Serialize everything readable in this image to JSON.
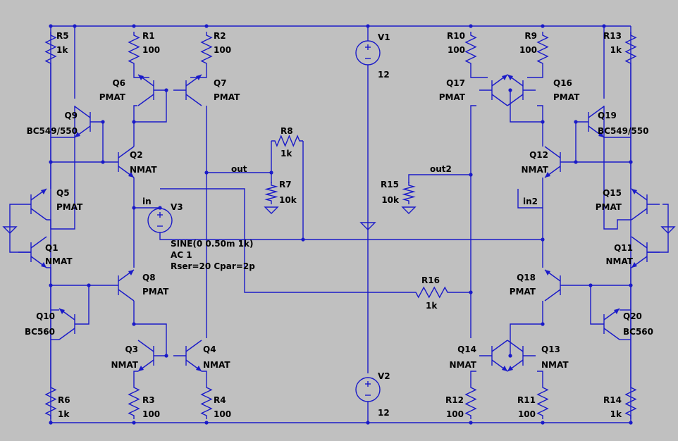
{
  "components": [
    {
      "id": "r5",
      "ref": "R5",
      "value": "1k"
    },
    {
      "id": "r1",
      "ref": "R1",
      "value": "100"
    },
    {
      "id": "r2",
      "ref": "R2",
      "value": "100"
    },
    {
      "id": "r10",
      "ref": "R10",
      "value": "100"
    },
    {
      "id": "r9",
      "ref": "R9",
      "value": "100"
    },
    {
      "id": "r13",
      "ref": "R13",
      "value": "1k"
    },
    {
      "id": "r8",
      "ref": "R8",
      "value": "1k"
    },
    {
      "id": "r7",
      "ref": "R7",
      "value": "10k"
    },
    {
      "id": "r15",
      "ref": "R15",
      "value": "10k"
    },
    {
      "id": "r16",
      "ref": "R16",
      "value": "1k"
    },
    {
      "id": "r6",
      "ref": "R6",
      "value": "1k"
    },
    {
      "id": "r3",
      "ref": "R3",
      "value": "100"
    },
    {
      "id": "r4",
      "ref": "R4",
      "value": "100"
    },
    {
      "id": "r12",
      "ref": "R12",
      "value": "100"
    },
    {
      "id": "r11",
      "ref": "R11",
      "value": "100"
    },
    {
      "id": "r14",
      "ref": "R14",
      "value": "1k"
    },
    {
      "id": "v1",
      "ref": "V1",
      "value": "12"
    },
    {
      "id": "v2",
      "ref": "V2",
      "value": "12"
    },
    {
      "id": "q6",
      "ref": "Q6",
      "value": "PMAT"
    },
    {
      "id": "q7",
      "ref": "Q7",
      "value": "PMAT"
    },
    {
      "id": "q17",
      "ref": "Q17",
      "value": "PMAT"
    },
    {
      "id": "q16",
      "ref": "Q16",
      "value": "PMAT"
    },
    {
      "id": "q9",
      "ref": "Q9",
      "value": "BC549/550"
    },
    {
      "id": "q19",
      "ref": "Q19",
      "value": "BC549/550"
    },
    {
      "id": "q2",
      "ref": "Q2",
      "value": "NMAT"
    },
    {
      "id": "q12",
      "ref": "Q12",
      "value": "NMAT"
    },
    {
      "id": "q5",
      "ref": "Q5",
      "value": "PMAT"
    },
    {
      "id": "q15",
      "ref": "Q15",
      "value": "PMAT"
    },
    {
      "id": "q1",
      "ref": "Q1",
      "value": "NMAT"
    },
    {
      "id": "q11",
      "ref": "Q11",
      "value": "NMAT"
    },
    {
      "id": "q8",
      "ref": "Q8",
      "value": "PMAT"
    },
    {
      "id": "q18",
      "ref": "Q18",
      "value": "PMAT"
    },
    {
      "id": "q10",
      "ref": "Q10",
      "value": "BC560"
    },
    {
      "id": "q20",
      "ref": "Q20",
      "value": "BC560"
    },
    {
      "id": "q3",
      "ref": "Q3",
      "value": "NMAT"
    },
    {
      "id": "q4",
      "ref": "Q4",
      "value": "NMAT"
    },
    {
      "id": "q14",
      "ref": "Q14",
      "value": "NMAT"
    },
    {
      "id": "q13",
      "ref": "Q13",
      "value": "NMAT"
    }
  ],
  "v3": {
    "ref": "V3",
    "lines": [
      "SINE(0 0.50m 1k)",
      "AC 1",
      "Rser=20 Cpar=2p"
    ]
  },
  "nets": {
    "out": "out",
    "out2": "out2",
    "in": "in",
    "in2": "in2"
  }
}
